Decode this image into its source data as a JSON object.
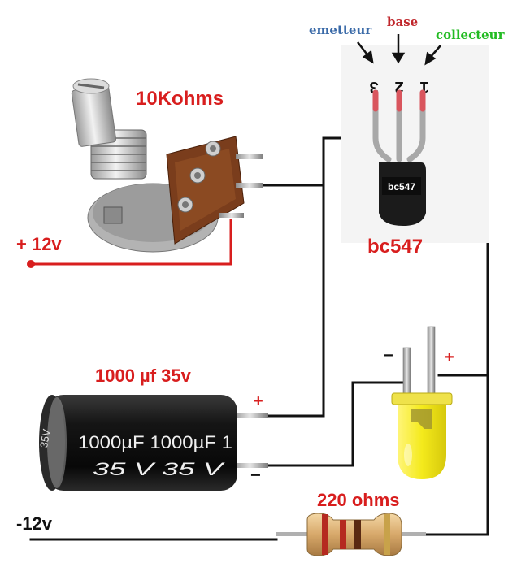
{
  "labels": {
    "potentiometer": "10Kohms",
    "plus_supply": "+ 12v",
    "transistor": "bc547",
    "transistor_body_text": "bc547",
    "capacitor": "1000 µf 35v",
    "capacitor_print_line1": "1000µF 1000µF 1",
    "capacitor_print_line2": "35  V  35  V",
    "capacitor_side_print": "35V",
    "cap_plus": "+",
    "cap_minus": "−",
    "led_minus": "−",
    "led_plus": "+",
    "resistor": "220 ohms",
    "minus_supply": "-12v"
  },
  "pins": {
    "emitter": "emetteur",
    "base": "base",
    "collector": "collecteur",
    "emitter_num": "3",
    "base_num": "2",
    "collector_num": "1"
  },
  "colors": {
    "label_red": "#d81e1e",
    "emitter": "#3a6aa8",
    "base": "#c0262b",
    "collector": "#22bb22",
    "wire": "#111111",
    "plus_wire": "#d81e1e",
    "led": "#f4ea1c"
  }
}
